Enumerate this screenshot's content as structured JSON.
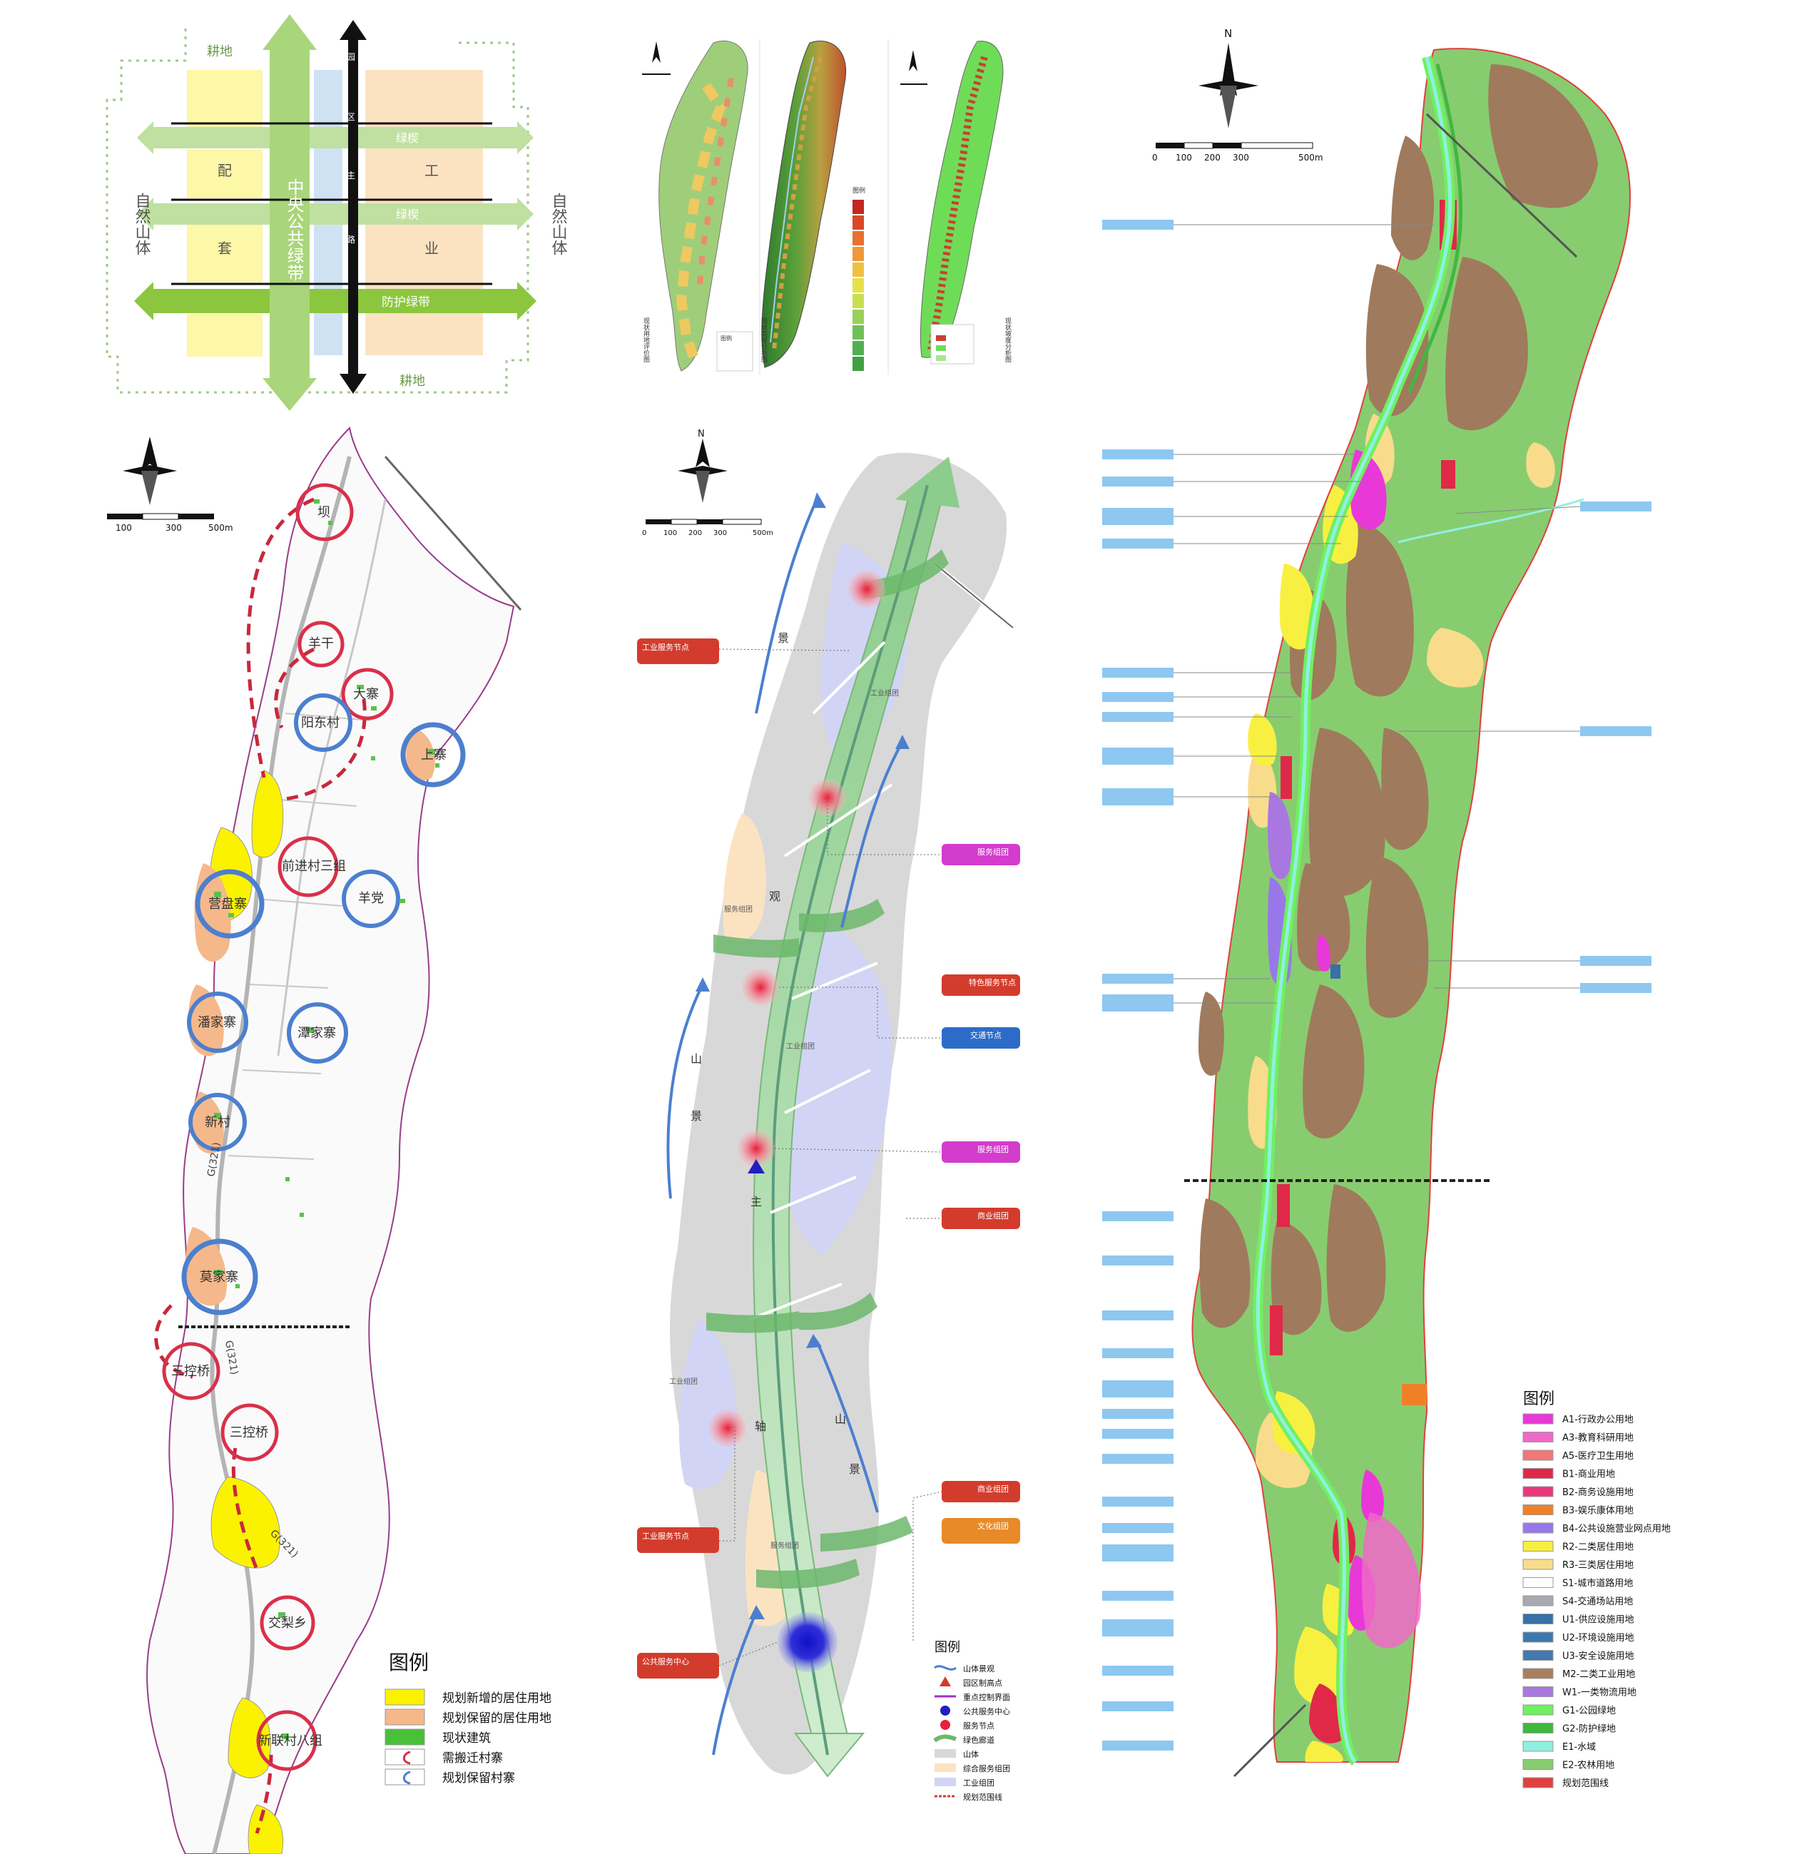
{
  "diagram": {
    "farmland_top": "耕地",
    "farmland_bottom": "耕地",
    "mountain_left": "自然山体",
    "mountain_right": "自然山体",
    "peidian": [
      "配",
      "套"
    ],
    "gongye": [
      "工",
      "业"
    ],
    "central_green": "中央公共绿带",
    "main_road": [
      "园",
      "区",
      "主",
      "路"
    ],
    "green_belt": "绿楔",
    "protective_belt": "防护绿带"
  },
  "small_maps": {
    "map1_title": "现状用地评价图",
    "map2_title": "现状高程分析图",
    "map3_title": "现状坡度分析图",
    "legend_label": "图例"
  },
  "village_map": {
    "scale_labels": [
      "100",
      "300",
      "500m"
    ],
    "villages": [
      "坝",
      "羊干",
      "大寨",
      "阳东村",
      "上寨",
      "前进村三组",
      "羊党",
      "营盘寨",
      "潘家寨",
      "潭家寨",
      "新村",
      "莫家寨",
      "三控桥",
      "三控桥",
      "交梨乡",
      "新联村八组"
    ],
    "road_labels": [
      "G(321)",
      "G(321)",
      "G(321)"
    ],
    "legend_title": "图例",
    "legend": [
      "规划新增的居住用地",
      "规划保留的居住用地",
      "现状建筑",
      "需搬迁村寨",
      "规划保留村寨"
    ]
  },
  "structure_map": {
    "scale_labels": [
      "0",
      "100",
      "200",
      "300",
      "500m"
    ],
    "north": "N",
    "axis_chars": [
      "景",
      "观",
      "主",
      "轴"
    ],
    "landscape_left": [
      "山",
      "景"
    ],
    "landscape_right": [
      "山",
      "景"
    ],
    "cluster_labels": [
      "工业组团",
      "服务组团",
      "工业组团",
      "工业组团",
      "服务组团"
    ],
    "node_callouts": [
      "工业服务节点",
      "服务组团",
      "特色服务节点",
      "交通节点",
      "服务组团",
      "商业组团",
      "商业组团",
      "文化组团",
      "工业服务节点",
      "公共服务中心"
    ],
    "legend_title": "图例",
    "legend": [
      "山体景观",
      "园区制高点",
      "重点控制界面",
      "公共服务中心",
      "服务节点",
      "绿色廊道",
      "山体",
      "综合服务组团",
      "工业组团",
      "规划范围线"
    ]
  },
  "landuse_map": {
    "north": "N",
    "scale_labels": [
      "0",
      "100",
      "200",
      "300",
      "500m"
    ],
    "legend_title": "图例",
    "legend": [
      {
        "code": "A1-行政办公用地",
        "color": "#e838d8"
      },
      {
        "code": "A3-教育科研用地",
        "color": "#f068c8"
      },
      {
        "code": "A5-医疗卫生用地",
        "color": "#f07878"
      },
      {
        "code": "B1-商业用地",
        "color": "#e02848"
      },
      {
        "code": "B2-商务设施用地",
        "color": "#e8387a"
      },
      {
        "code": "B3-娱乐康体用地",
        "color": "#f08028"
      },
      {
        "code": "B4-公共设施营业网点用地",
        "color": "#9878e8"
      },
      {
        "code": "R2-二类居住用地",
        "color": "#f8f040"
      },
      {
        "code": "R3-三类居住用地",
        "color": "#f8dc8c"
      },
      {
        "code": "S1-城市道路用地",
        "color": "#ffffff"
      },
      {
        "code": "S4-交通场站用地",
        "color": "#a8a8b0"
      },
      {
        "code": "U1-供应设施用地",
        "color": "#3870a8"
      },
      {
        "code": "U2-环境设施用地",
        "color": "#3c78b0"
      },
      {
        "code": "U3-安全设施用地",
        "color": "#4478b0"
      },
      {
        "code": "M2-二类工业用地",
        "color": "#a88060"
      },
      {
        "code": "W1-一类物流用地",
        "color": "#a878e0"
      },
      {
        "code": "G1-公园绿地",
        "color": "#70f060"
      },
      {
        "code": "G2-防护绿地",
        "color": "#40b840"
      },
      {
        "code": "E1-水域",
        "color": "#90f0e0"
      },
      {
        "code": "E2-农林用地",
        "color": "#88cc70"
      },
      {
        "code": "规划范围线",
        "color": "#e04040"
      }
    ]
  },
  "colors": {
    "yellow": "#fdf7a8",
    "peach": "#fbe3c2",
    "blue": "#cfe2f3",
    "green_band": "#a9d67a",
    "brown": "#a07a5c",
    "field_green": "#8ed46e",
    "red": "#d9304a",
    "blue_arc": "#4c7fcf"
  }
}
